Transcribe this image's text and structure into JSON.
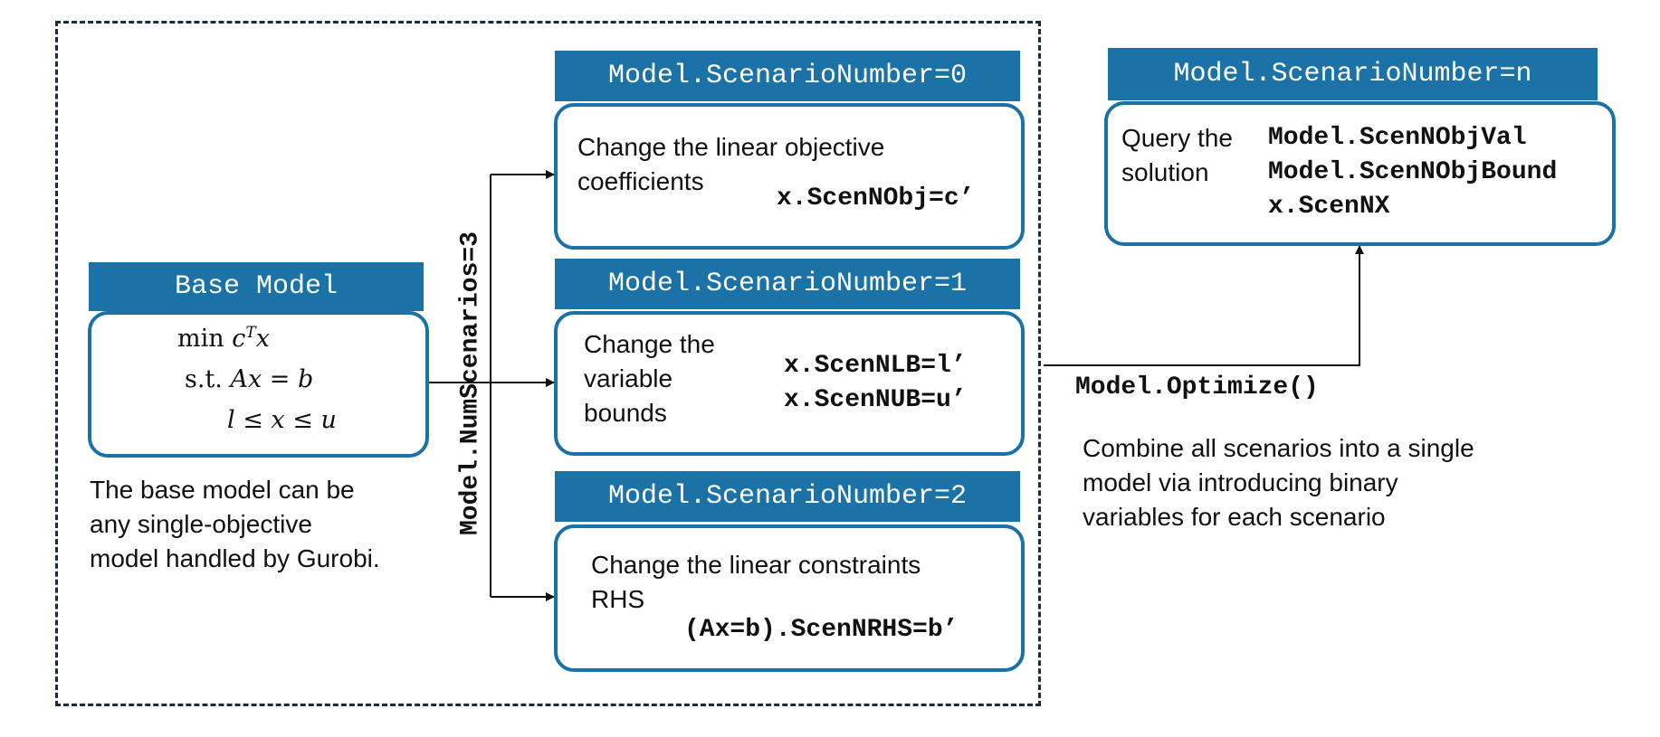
{
  "base_model": {
    "header": "Base Model",
    "formula": {
      "objective_op": "min",
      "objective_var_c": "c",
      "objective_sup": "T",
      "objective_var_x": "x",
      "st_label": "s.t.",
      "constraint": "Ax = b",
      "bounds": "l ≤ x ≤ u"
    },
    "caption_lines": [
      "The base model can be",
      "any single-objective",
      "model handled by Gurobi."
    ]
  },
  "num_scenarios_label": "Model.NumScenarios=3",
  "scenarios": [
    {
      "header": "Model.ScenarioNumber=0",
      "desc_lines": [
        "Change the linear objective",
        "coefficients"
      ],
      "code_lines": [
        "x.ScenNObj=c’"
      ]
    },
    {
      "header": "Model.ScenarioNumber=1",
      "desc_lines": [
        "Change the",
        "variable",
        "bounds"
      ],
      "code_lines": [
        "x.ScenNLB=l’",
        "x.ScenNUB=u’"
      ]
    },
    {
      "header": "Model.ScenarioNumber=2",
      "desc_lines": [
        "Change the linear constraints",
        "RHS"
      ],
      "code_lines": [
        "(Ax=b).ScenNRHS=b’"
      ]
    }
  ],
  "optimize": {
    "label": "Model.Optimize()",
    "description_lines": [
      "Combine all scenarios into a single",
      "model via introducing binary",
      "variables for each scenario"
    ]
  },
  "result": {
    "header": "Model.ScenarioNumber=n",
    "desc_lines": [
      "Query the",
      "solution"
    ],
    "code_lines": [
      "Model.ScenNObjVal",
      "Model.ScenNObjBound",
      "x.ScenNX"
    ]
  },
  "colors": {
    "accent": "#1a72a7",
    "frame": "#1b2a47",
    "text": "#111111"
  }
}
